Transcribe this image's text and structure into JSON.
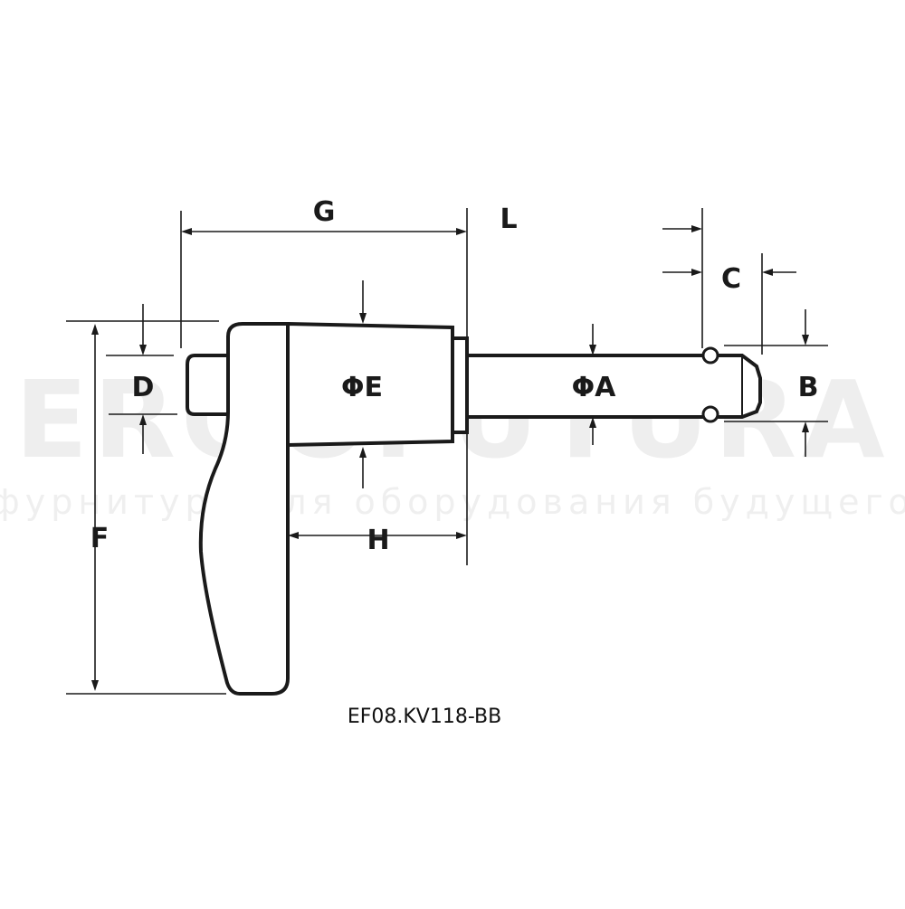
{
  "watermark": {
    "brand": "EROOFUTURA",
    "tagline": "фурнитура для оборудования будущего"
  },
  "labels": {
    "G": "G",
    "L": "L",
    "C": "C",
    "D": "D",
    "E": "ΦE",
    "A": "ΦA",
    "B": "B",
    "F": "F",
    "H": "H"
  },
  "part_number": "EF08.KV118-BB"
}
